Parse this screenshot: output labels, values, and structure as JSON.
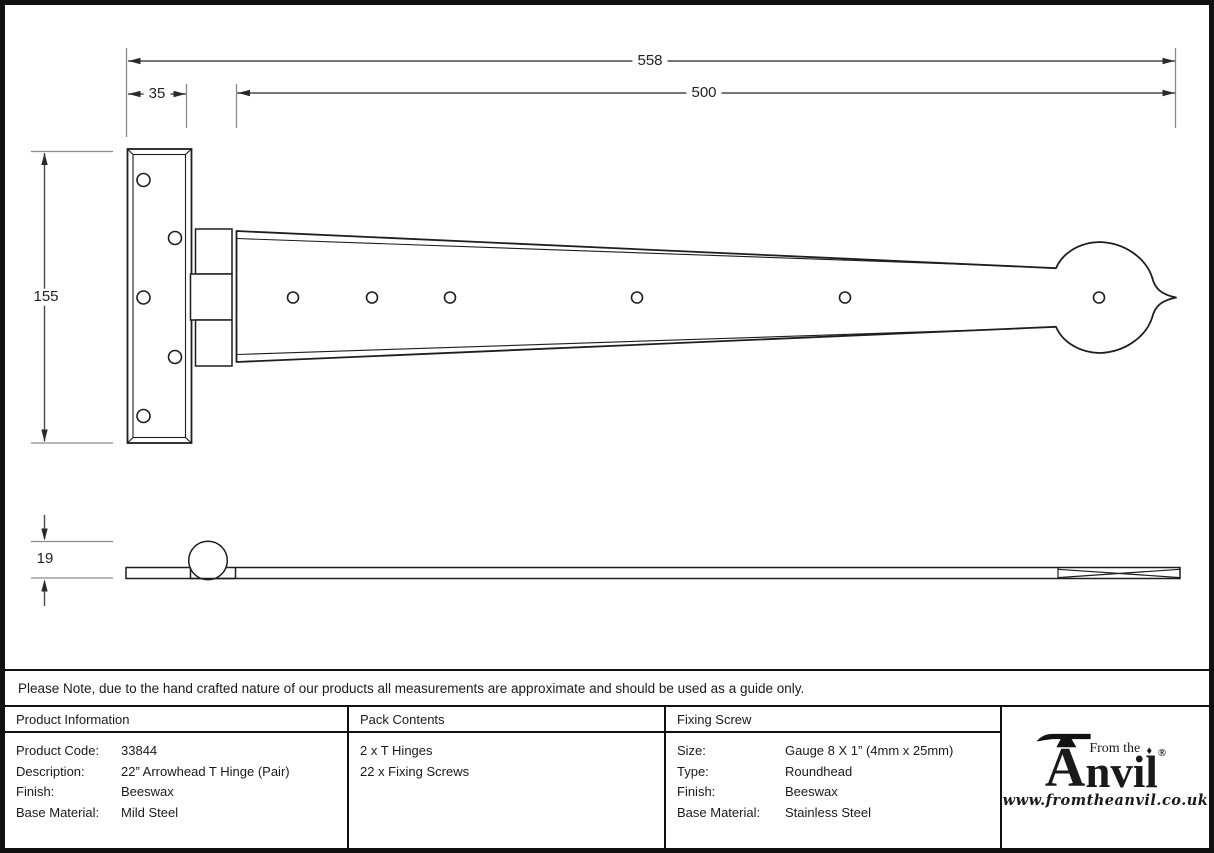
{
  "dimensions": {
    "overall_length": "558",
    "strap_length": "500",
    "plate_width": "35",
    "plate_height": "155",
    "knuckle_height": "19"
  },
  "note": "Please Note, due to the hand crafted nature of our products all measurements are approximate and should be used as a guide only.",
  "table": {
    "product_information": {
      "title": "Product Information",
      "rows": [
        {
          "label": "Product Code:",
          "value": "33844"
        },
        {
          "label": "Description:",
          "value": "22” Arrowhead T Hinge (Pair)"
        },
        {
          "label": "Finish:",
          "value": "Beeswax"
        },
        {
          "label": "Base Material:",
          "value": "Mild Steel"
        }
      ]
    },
    "pack_contents": {
      "title": "Pack Contents",
      "items": [
        "2 x T Hinges",
        "22 x Fixing Screws"
      ]
    },
    "fixing_screw": {
      "title": "Fixing Screw",
      "rows": [
        {
          "label": "Size:",
          "value": "Gauge 8 X 1” (4mm x 25mm)"
        },
        {
          "label": "Type:",
          "value": "Roundhead"
        },
        {
          "label": "Finish:",
          "value": "Beeswax"
        },
        {
          "label": "Base Material:",
          "value": "Stainless Steel"
        }
      ]
    }
  },
  "logo": {
    "prefix": "From the",
    "diamond": "♦",
    "initial": "A",
    "rest": "nvil",
    "registered": "®",
    "website": "www.fromtheanvil.co.uk"
  },
  "colors": {
    "object_line": "#1e1e1e",
    "dimension_line": "#4a4a4a",
    "extension_line": "#8a8a8a",
    "border": "#111111",
    "background": "#ffffff"
  }
}
